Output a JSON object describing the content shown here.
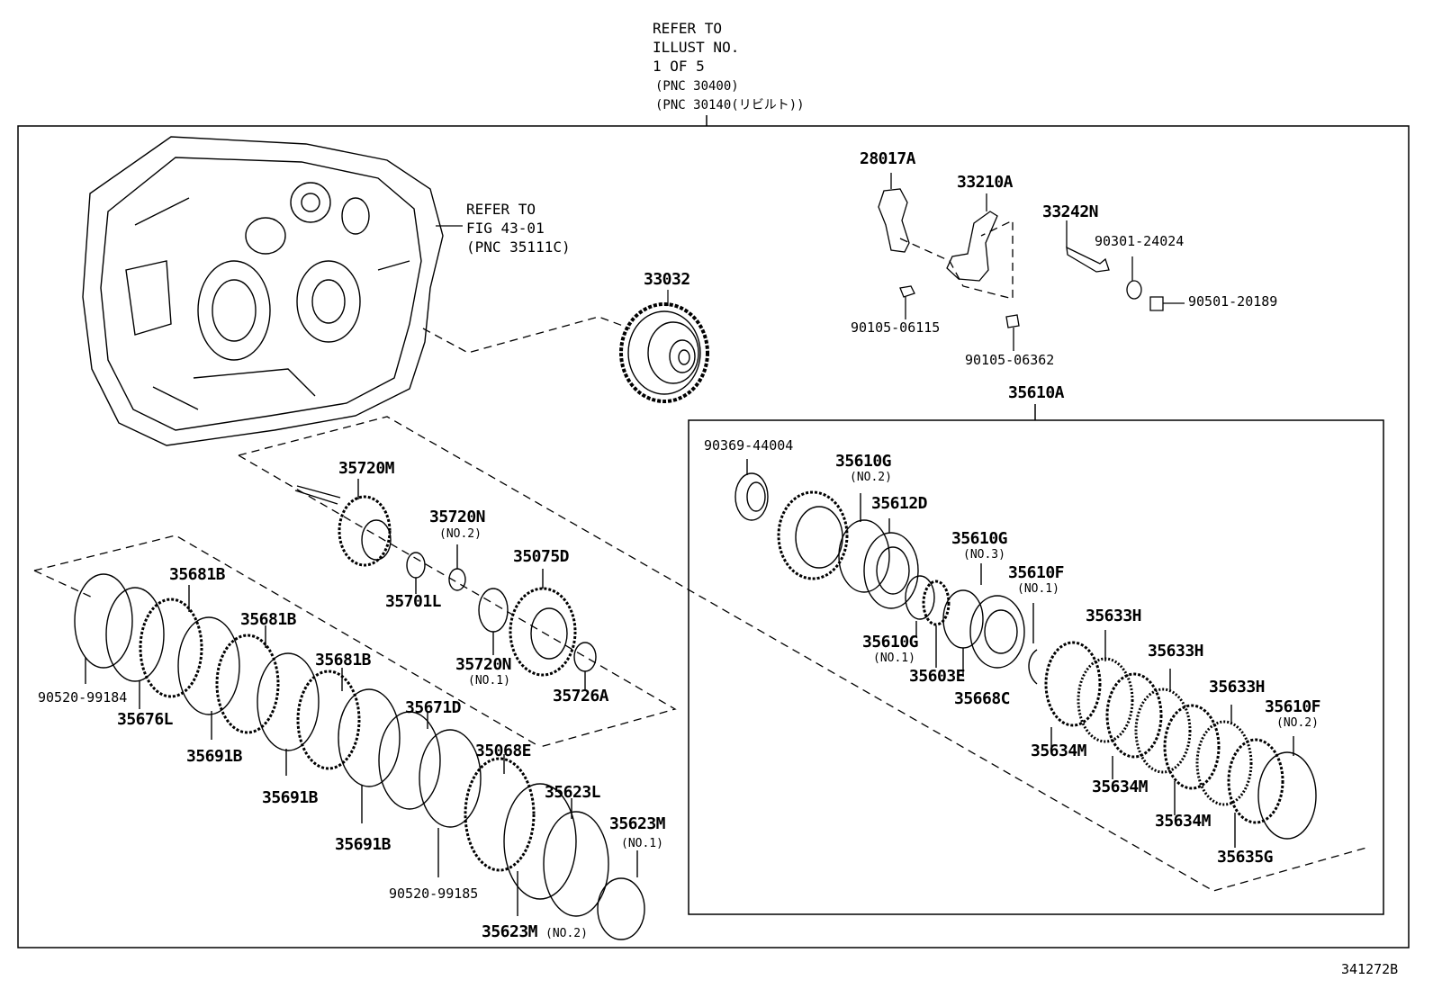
{
  "header_ref": {
    "line1": "REFER TO",
    "line2": "ILLUST NO.",
    "line3": "1 OF 5",
    "line4": "(PNC 30400)",
    "line5": "(PNC 30140(リビルト))"
  },
  "case_ref": {
    "line1": "REFER TO",
    "line2": "FIG 43-01",
    "line3": "(PNC 35111C)"
  },
  "parts": {
    "p28017A": "28017A",
    "p33210A": "33210A",
    "p33242N": "33242N",
    "p90301": "90301-24024",
    "p90501": "90501-20189",
    "p90105a": "90105-06115",
    "p90105b": "90105-06362",
    "p33032": "33032",
    "p35610A": "35610A",
    "p90369": "90369-44004",
    "p35610G_2": "35610G",
    "p35610G_2n": "(NO.2)",
    "p35612D": "35612D",
    "p35610G_3": "35610G",
    "p35610G_3n": "(NO.3)",
    "p35610F_1": "35610F",
    "p35610F_1n": "(NO.1)",
    "p35610G_1": "35610G",
    "p35610G_1n": "(NO.1)",
    "p35603E": "35603E",
    "p35668C": "35668C",
    "p35633H_a": "35633H",
    "p35633H_b": "35633H",
    "p35633H_c": "35633H",
    "p35610F_2": "35610F",
    "p35610F_2n": "(NO.2)",
    "p35634M_a": "35634M",
    "p35634M_b": "35634M",
    "p35634M_c": "35634M",
    "p35635G": "35635G",
    "p35720M": "35720M",
    "p35720N_2": "35720N",
    "p35720N_2n": "(NO.2)",
    "p35075D": "35075D",
    "p35701L": "35701L",
    "p35720N_1": "35720N",
    "p35720N_1n": "(NO.1)",
    "p35726A": "35726A",
    "p35681B_a": "35681B",
    "p35681B_b": "35681B",
    "p35681B_c": "35681B",
    "p90520a": "90520-99184",
    "p35676L": "35676L",
    "p35691B_a": "35691B",
    "p35691B_b": "35691B",
    "p35691B_c": "35691B",
    "p35671D": "35671D",
    "p35068E": "35068E",
    "p35623L": "35623L",
    "p35623M_1": "35623M",
    "p35623M_1n": "(NO.1)",
    "p90520b": "90520-99185",
    "p35623M_2": "35623M",
    "p35623M_2n": "(NO.2)"
  },
  "figure_id": "341272B"
}
